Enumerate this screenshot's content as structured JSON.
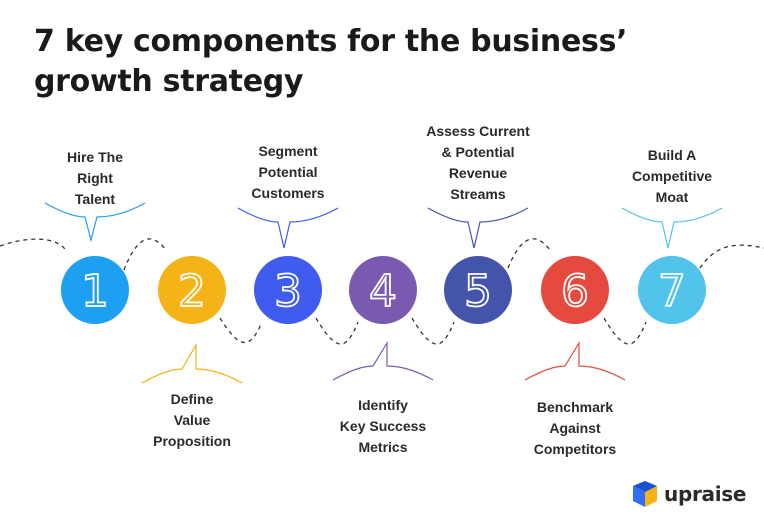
{
  "title": {
    "line1": "7 key components for the business’",
    "line2": "growth strategy"
  },
  "steps": [
    {
      "number": "1",
      "label": [
        "Hire The",
        "Right",
        "Talent"
      ],
      "color": "#1ea0f2"
    },
    {
      "number": "2",
      "label": [
        "Define",
        "Value",
        "Proposition"
      ],
      "color": "#f5b317"
    },
    {
      "number": "3",
      "label": [
        "Segment",
        "Potential",
        "Customers"
      ],
      "color": "#3f5bf0"
    },
    {
      "number": "4",
      "label": [
        "Identify",
        "Key Success",
        "Metrics"
      ],
      "color": "#7a59b0"
    },
    {
      "number": "5",
      "label": [
        "Assess Current",
        "& Potential",
        "Revenue",
        "Streams"
      ],
      "color": "#4454aa"
    },
    {
      "number": "6",
      "label": [
        "Benchmark",
        "Against",
        "Competitors"
      ],
      "color": "#e54a3e"
    },
    {
      "number": "7",
      "label": [
        "Build A",
        "Competitive",
        "Moat"
      ],
      "color": "#52c3ea"
    }
  ],
  "brand": {
    "name": "upraise",
    "logo_icon": "upraise-logo-icon"
  }
}
